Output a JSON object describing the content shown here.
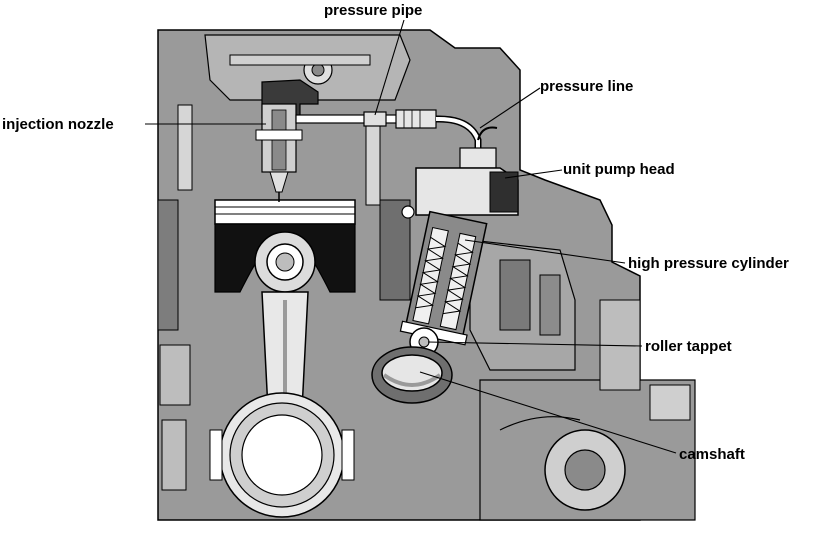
{
  "colors": {
    "engine_body": "#9a9a9a",
    "engine_dark": "#6f6f6f",
    "metal_light": "#e6e6e6",
    "metal_mid": "#c4c4c4",
    "outline": "#000000",
    "background": "#ffffff"
  },
  "labels": {
    "pressure_pipe": "pressure pipe",
    "pressure_line": "pressure line",
    "injection_nozzle": "injection nozzle",
    "unit_pump_head": "unit pump head",
    "high_pressure_cylinder": "high pressure cylinder",
    "roller_tappet": "roller tappet",
    "camshaft": "camshaft"
  }
}
